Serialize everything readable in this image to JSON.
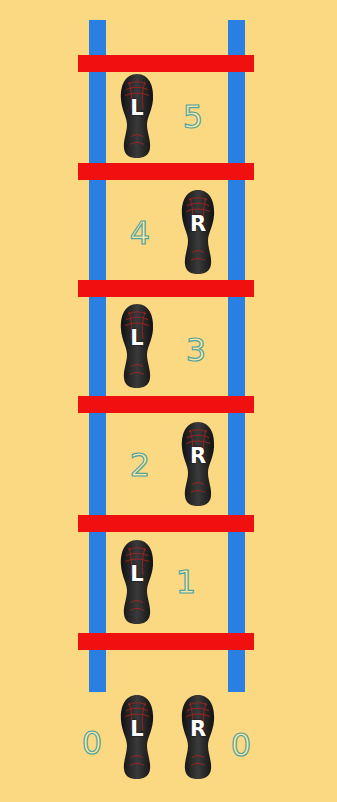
{
  "diagram": {
    "nodes": [
      {
        "text": [
          "L"
        ]
      },
      {
        "text": [
          "R"
        ]
      },
      {
        "text": [
          "L"
        ]
      },
      {
        "text": [
          "R"
        ]
      },
      {
        "text": [
          "L"
        ]
      },
      {
        "text": [
          "L"
        ]
      },
      {
        "text": [
          "R"
        ]
      }
    ],
    "labels": [
      "5",
      "4",
      "3",
      "2",
      "1",
      "0",
      "0"
    ]
  }
}
